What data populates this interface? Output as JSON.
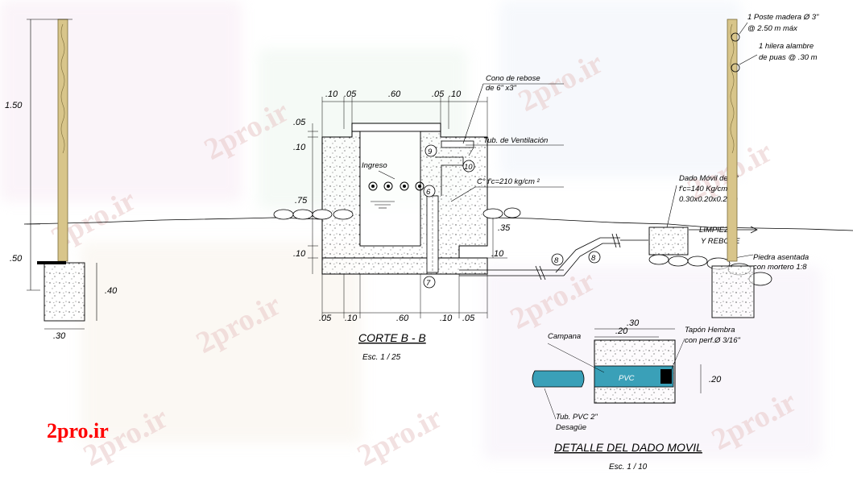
{
  "watermark": "2pro.ir",
  "logo": "2pro.ir",
  "left_post": {
    "height": "1.50",
    "depth": ".50",
    "footing_h": ".40",
    "footing_w": ".30"
  },
  "section": {
    "title": "CORTE B - B",
    "scale": "Esc.   1 / 25",
    "top_dims": [
      ".10",
      ".05",
      ".60",
      ".05",
      ".10"
    ],
    "bottom_dims": [
      ".05",
      ".10",
      ".60",
      ".10",
      ".05"
    ],
    "left_dims": [
      ".05",
      ".10",
      ".75",
      ".10"
    ],
    "right_dims": [
      ".35",
      ".10"
    ],
    "labels": {
      "cono": "Cono de rebose",
      "cono2": "de 6\" x3\"",
      "ventilacion": "Tub. de Ventilación",
      "ingreso": "Ingreso",
      "concreto": "C° f'c=210 kg/cm ²"
    },
    "markers": [
      "9",
      "10",
      "6",
      "7",
      "8",
      "8"
    ]
  },
  "dado": {
    "label1": "Dado Móvil de C°",
    "label2": "f'c=140 Kg/cm2",
    "label3": "0.30x0.20x0.20m",
    "limpieza": "LIMPIEZA",
    "rebose": "Y REBOSE",
    "piedra1": "Piedra asentada",
    "piedra2": "con mortero 1:8"
  },
  "right_post": {
    "note1": "1 Poste madera Ø 3\"",
    "note2": "@ 2.50 m máx",
    "note3": "1 hilera alambre",
    "note4": "de puas @ .30 m"
  },
  "detail": {
    "title": "DETALLE DEL DADO MOVIL",
    "scale": "Esc.   1 / 10",
    "dim_top": ".30",
    "dim_mid": ".20",
    "dim_side": ".20",
    "campana": "Campana",
    "tapon1": "Tapón Hembra",
    "tapon2": "con perf.Ø 3/16\"",
    "pvc": "PVC",
    "tub1": "Tub. PVC 2\"",
    "tub2": "Desagüe"
  },
  "colors": {
    "post": "#d8c58a",
    "pvc": "#3aa0b8",
    "logo": "#ff0000"
  }
}
